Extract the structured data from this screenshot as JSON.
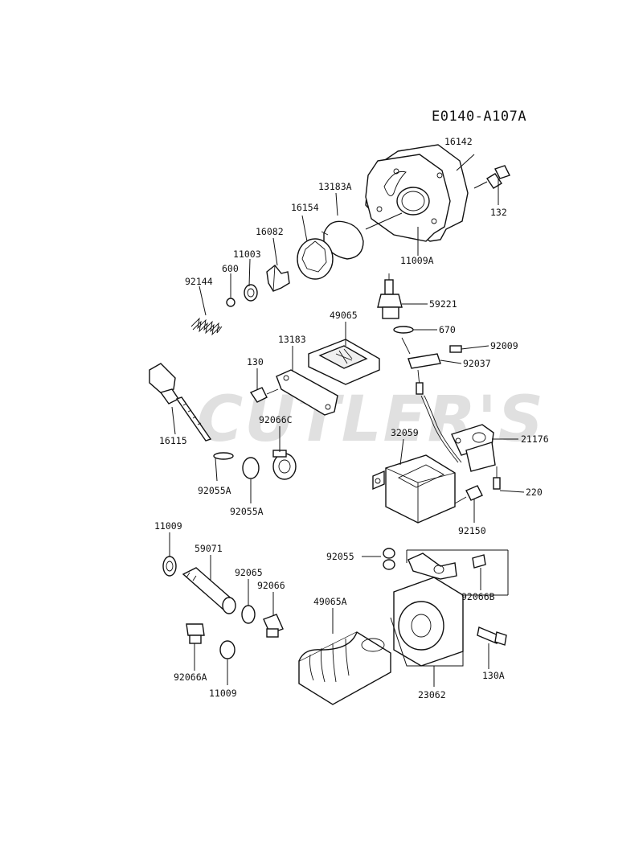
{
  "diagram_code": "E0140-A107A",
  "watermark": "CUTLER'S",
  "part_labels": {
    "p16142": "16142",
    "p132": "132",
    "p13183A": "13183A",
    "p16154": "16154",
    "p16082": "16082",
    "p11003": "11003",
    "p600": "600",
    "p92144": "92144",
    "p11009A": "11009A",
    "p59221": "59221",
    "p49065": "49065",
    "p13183": "13183",
    "p670": "670",
    "p92009": "92009",
    "p92037": "92037",
    "p130": "130",
    "p16115": "16115",
    "p92066C": "92066C",
    "p32059": "32059",
    "p21176": "21176",
    "p92055A_1": "92055A",
    "p92055A_2": "92055A",
    "p220": "220",
    "p92150": "92150",
    "p11009_1": "11009",
    "p59071": "59071",
    "p92065": "92065",
    "p92066": "92066",
    "p92055": "92055",
    "p92066B": "92066B",
    "p49065A": "49065A",
    "p130A": "130A",
    "p92066A": "92066A",
    "p11009_2": "11009",
    "p23062": "23062"
  }
}
